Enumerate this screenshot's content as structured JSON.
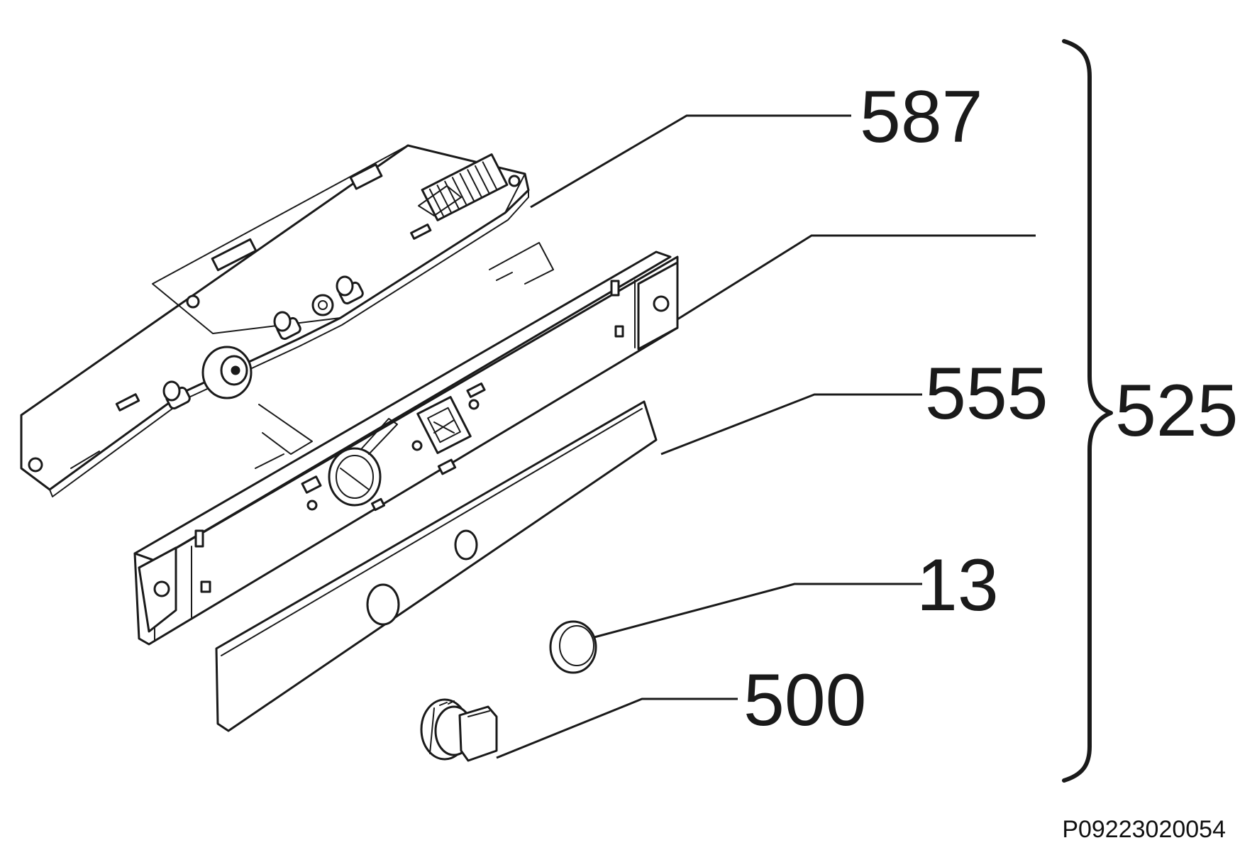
{
  "callouts": {
    "board": "587",
    "panel": "555",
    "lens": "13",
    "knob": "500",
    "assembly": "525"
  },
  "document_ref": "P09223020054"
}
